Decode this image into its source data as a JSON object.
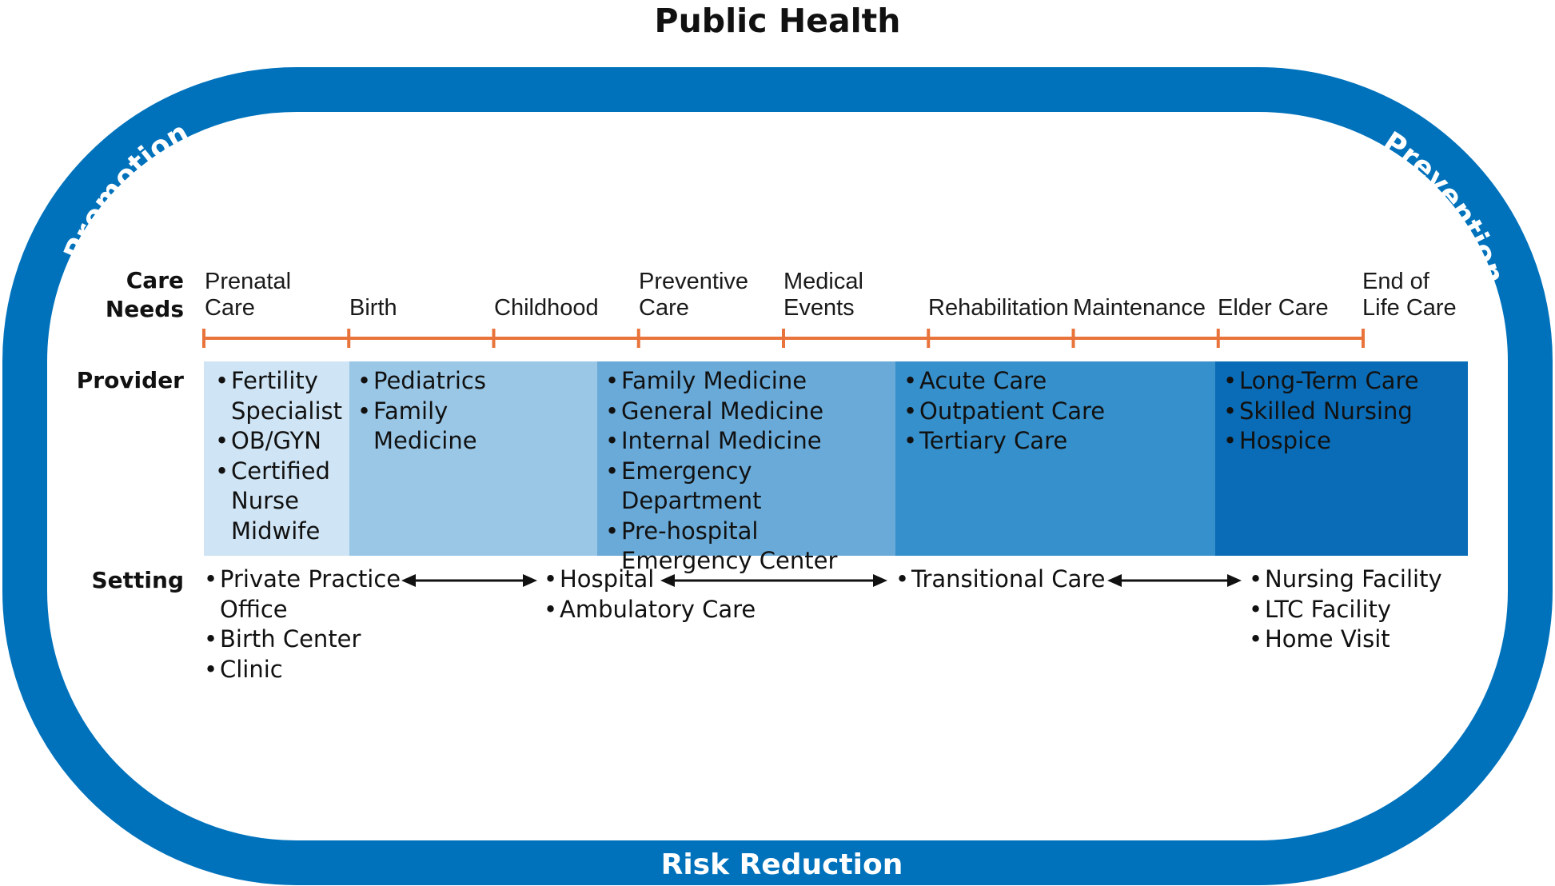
{
  "title": "Public Health",
  "ring": {
    "left_label": "Promotion",
    "right_label": "Prevention",
    "bottom_label": "Risk Reduction",
    "color": "#0072bc"
  },
  "row_labels": {
    "care_needs": [
      "Care",
      "Needs"
    ],
    "provider": "Provider",
    "setting": "Setting"
  },
  "care_needs": [
    [
      "Prenatal",
      "Care"
    ],
    [
      "Birth"
    ],
    [
      "Childhood"
    ],
    [
      "Preventive",
      "Care"
    ],
    [
      "Medical",
      "Events"
    ],
    [
      "Rehabilitation"
    ],
    [
      "Maintenance"
    ],
    [
      "Elder Care"
    ],
    [
      "End of",
      "Life Care"
    ]
  ],
  "timeline_color": "#e8743b",
  "providers": [
    {
      "color": "#cfe4f4",
      "items": [
        "Fertility Specialist",
        "OB/GYN",
        "Certified Nurse Midwife"
      ]
    },
    {
      "color": "#9bc7e6",
      "items": [
        "Pediatrics",
        "Family Medicine"
      ]
    },
    {
      "color": "#6aaad8",
      "items": [
        "Family Medicine",
        "General Medicine",
        "Internal Medicine",
        "Emergency Department",
        "Pre-hospital Emergency Center"
      ]
    },
    {
      "color": "#3690cb",
      "items": [
        "Acute Care",
        "Outpatient Care",
        "Tertiary Care"
      ]
    },
    {
      "color": "#0a6cb6",
      "items": [
        "Long-Term Care",
        "Skilled Nursing",
        "Hospice"
      ]
    }
  ],
  "settings": [
    [
      "Private Practice Office",
      "Birth Center",
      "Clinic"
    ],
    [
      "Hospital",
      "Ambulatory Care"
    ],
    [
      "Transitional Care"
    ],
    [
      "Nursing Facility",
      "LTC Facility",
      "Home Visit"
    ]
  ]
}
